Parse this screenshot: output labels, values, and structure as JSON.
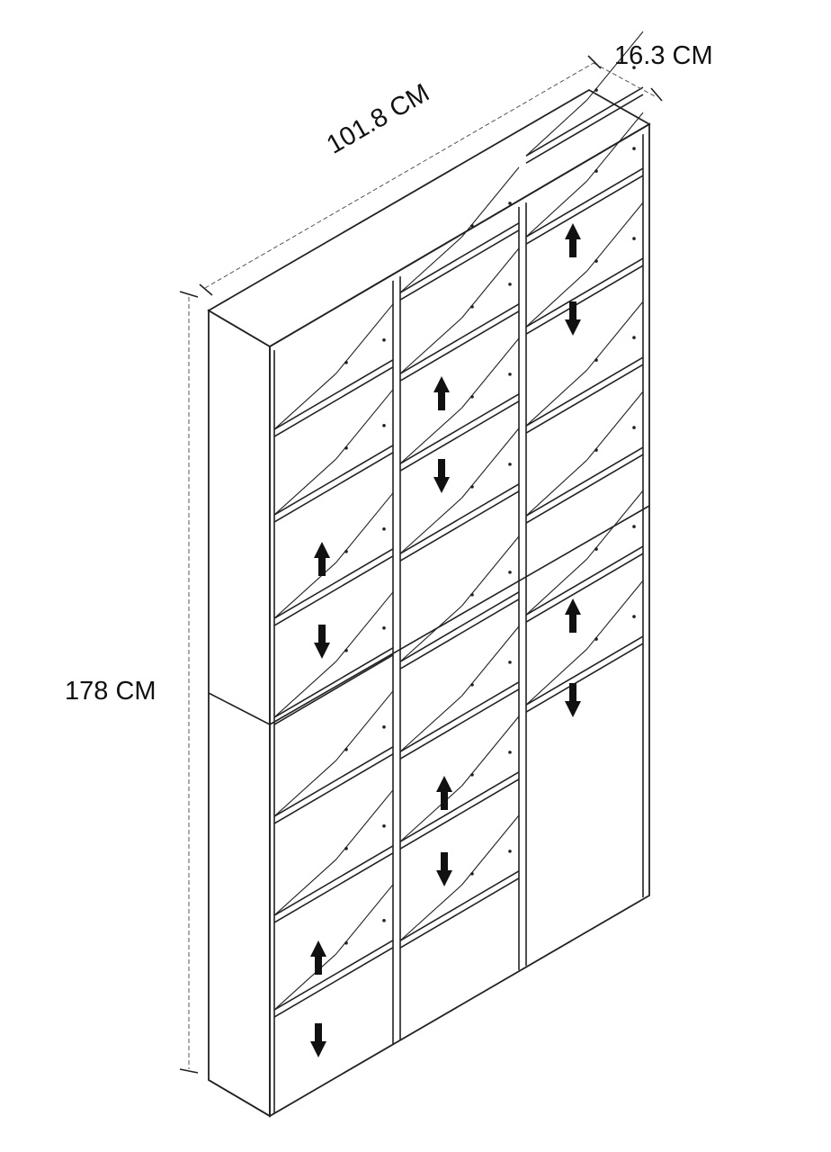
{
  "title": "Bookshelf dimension diagram",
  "dimensions": {
    "depth": "16.3 CM",
    "width": "101.8 CM",
    "height": "178 CM"
  },
  "colors": {
    "line": "#222222",
    "arrow": "#111111",
    "dashed": "#555555"
  },
  "icons": [
    "adjustable-shelf-up-arrow",
    "adjustable-shelf-down-arrow"
  ]
}
